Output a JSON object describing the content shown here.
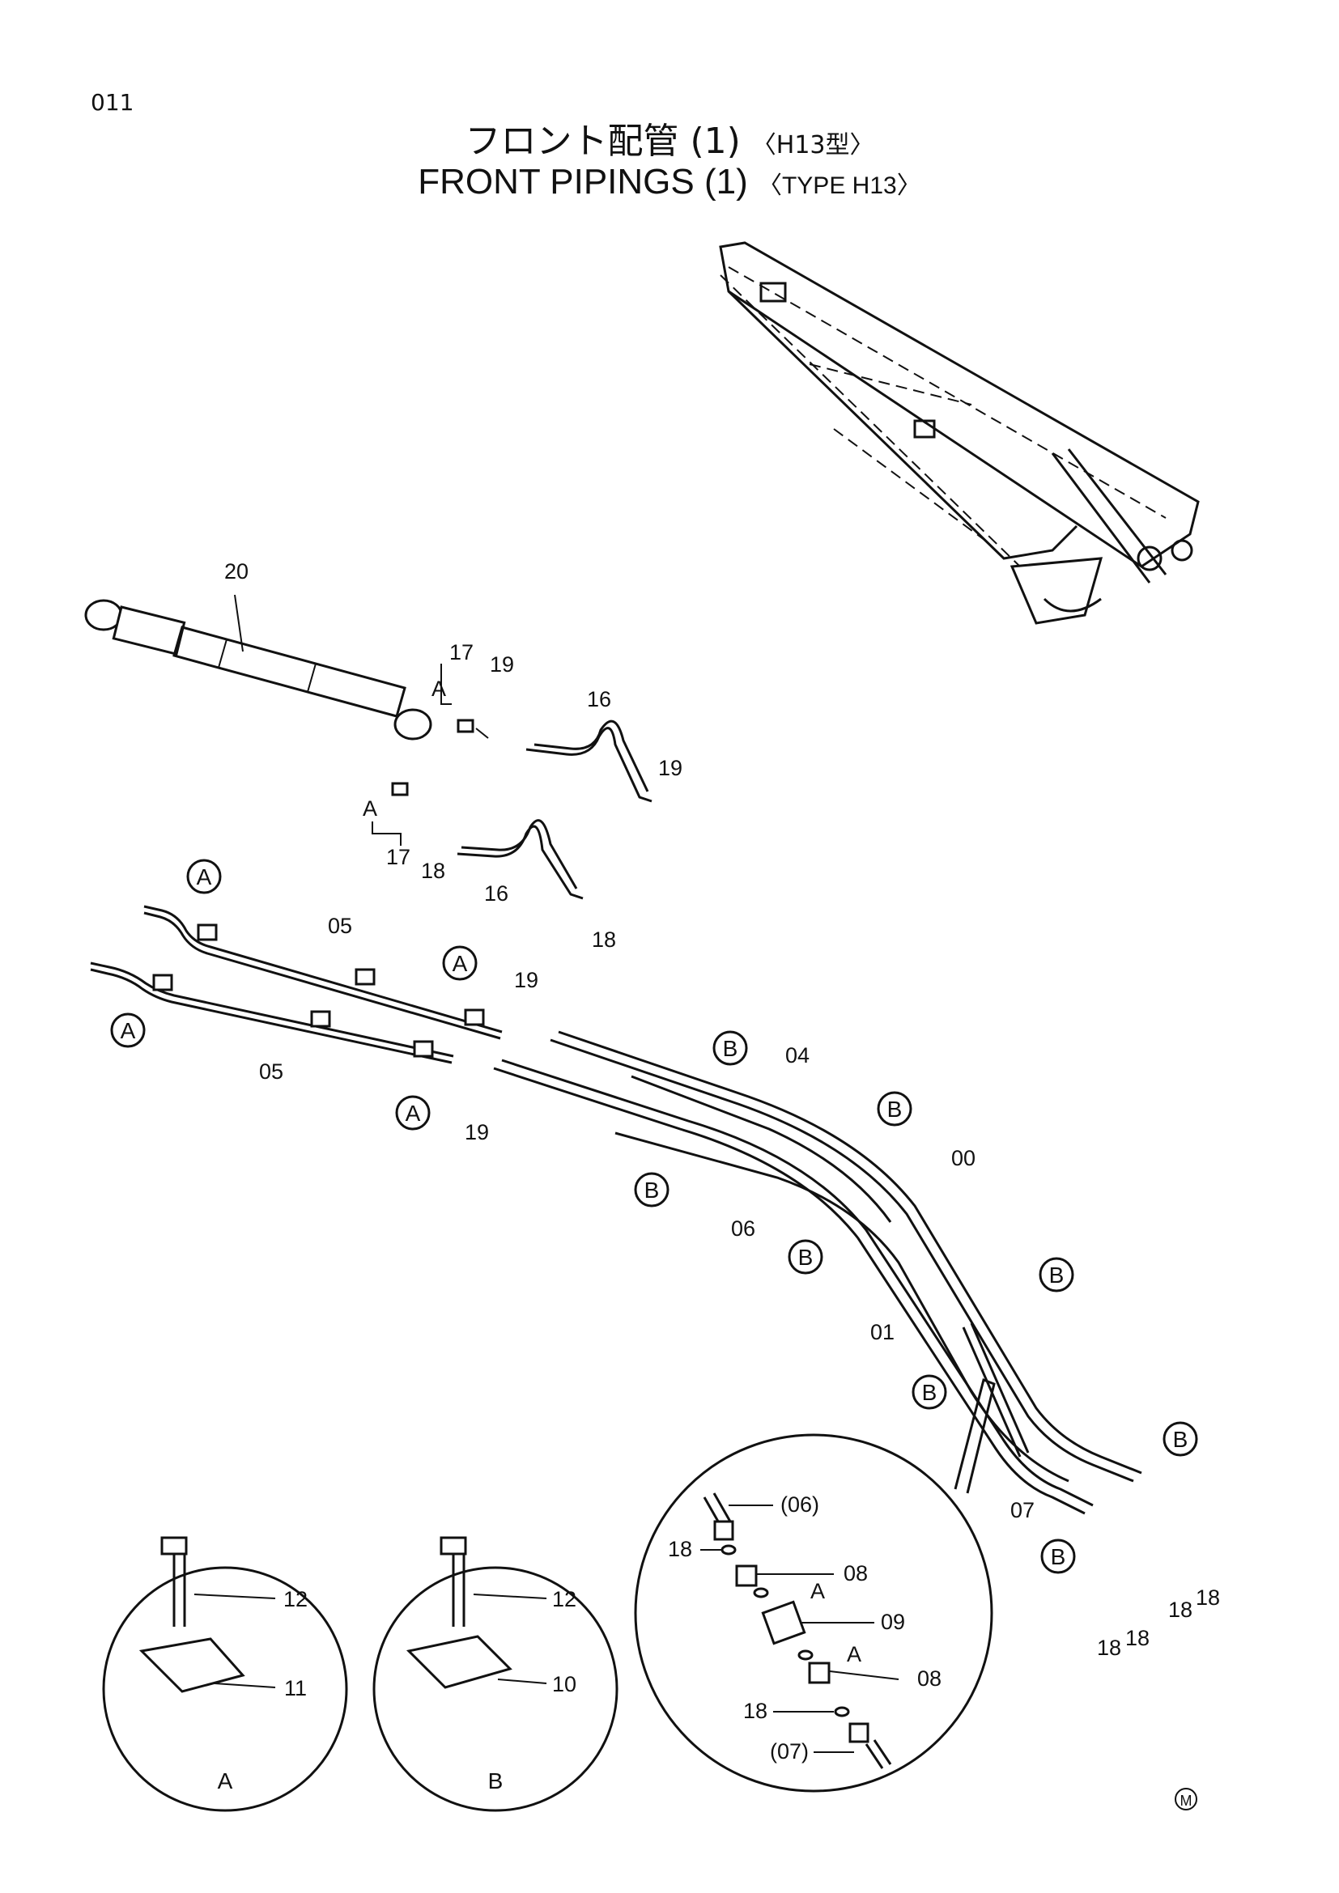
{
  "page_number": "011",
  "title_jp": "フロント配管 (1)",
  "title_jp_tag": "〈H13型〉",
  "title_en": "FRONT PIPINGS (1)",
  "title_en_tag": "〈TYPE H13〉",
  "callouts": {
    "c20": "20",
    "c17a": "17",
    "c17b": "17",
    "c19a": "19",
    "c19b": "19",
    "c19c": "19",
    "c19d": "19",
    "c16a": "16",
    "c16b": "16",
    "c18a": "18",
    "c18b": "18",
    "c05a": "05",
    "c05b": "05",
    "c04": "04",
    "c06": "06",
    "c00": "00",
    "c01": "01",
    "c07": "07",
    "c18c": "18",
    "c18d": "18",
    "c18e": "18",
    "c18f": "18",
    "c12a": "12",
    "c11": "11",
    "c12b": "12",
    "c10": "10",
    "d06": "(06)",
    "d18a": "18",
    "d08a": "08",
    "d09": "09",
    "d08b": "08",
    "d18b": "18",
    "d07": "(07)",
    "dA1": "A",
    "dA2": "A",
    "a17a": "A",
    "a17b": "A"
  },
  "ref_markers": {
    "a": "A",
    "b": "B"
  },
  "detail_labels": {
    "left": "A",
    "middle": "B"
  },
  "corner_mark": "M"
}
